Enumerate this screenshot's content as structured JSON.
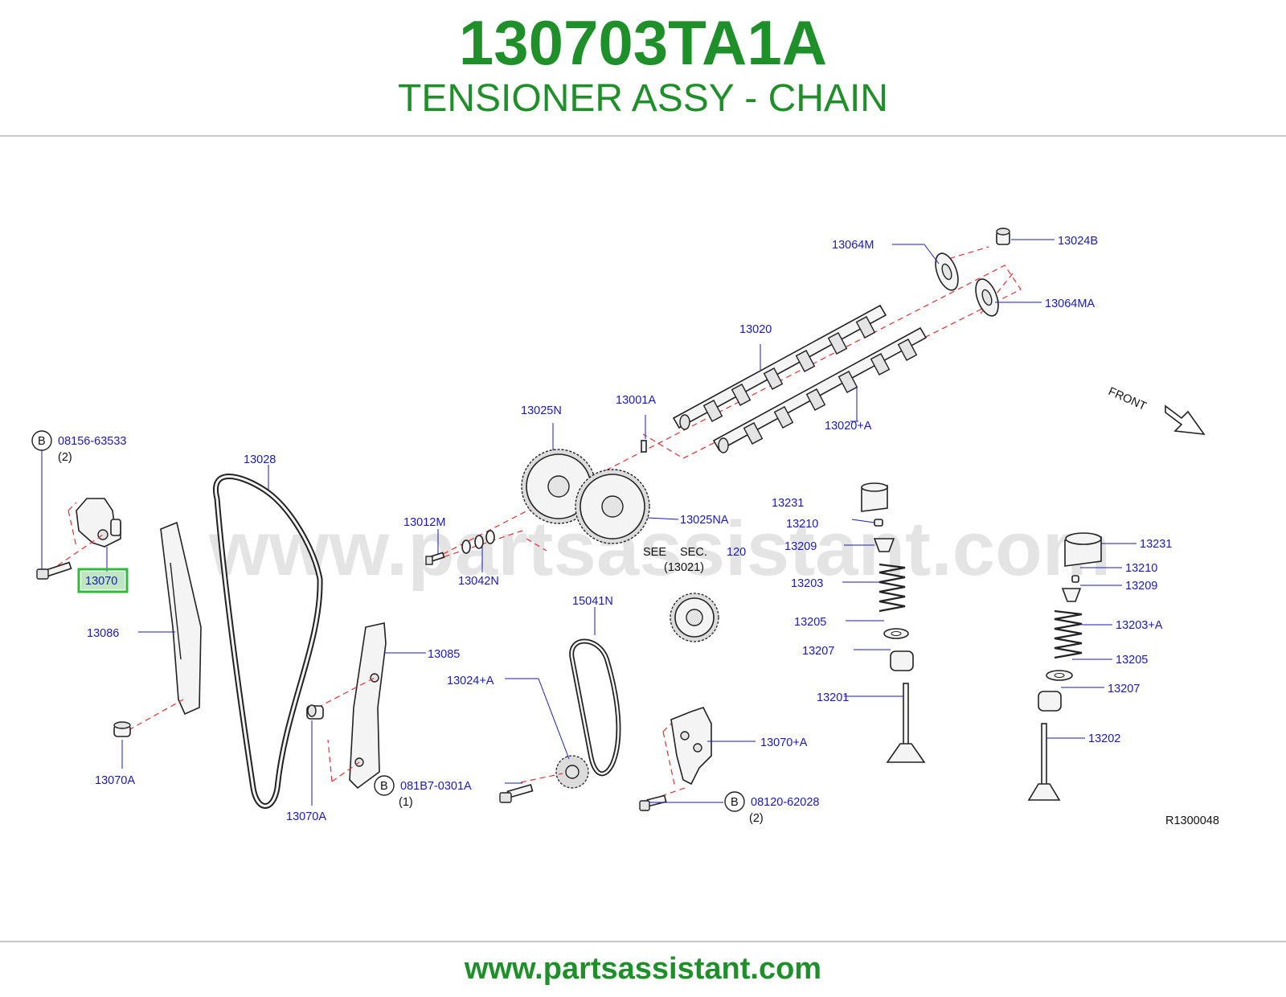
{
  "header": {
    "part_number": "130703TA1A",
    "description": "TENSIONER ASSY - CHAIN"
  },
  "footer": {
    "url": "www.partsassistant.com"
  },
  "diagram": {
    "watermark": "www.partsassistant.com",
    "figure_code": "R1300048",
    "highlight_color": "#2dbb3a",
    "callouts": {
      "c13064M": "13064M",
      "c13024B": "13024B",
      "c13064MA": "13064MA",
      "c13020": "13020",
      "c13020A": "13020+A",
      "c13001A": "13001A",
      "c13025N": "13025N",
      "c13025NA": "13025NA",
      "c08156": "08156-63533",
      "c08156q": "(2)",
      "c13028": "13028",
      "c13012M": "13012M",
      "c13042N": "13042N",
      "c13070": "13070",
      "c13086": "13086",
      "c13085": "13085",
      "c13070A1": "13070A",
      "c13070A2": "13070A",
      "c15041N": "15041N",
      "c13024A": "13024+A",
      "c081B7": "081B7-0301A",
      "c081B7q": "(1)",
      "c13070pA": "13070+A",
      "c08120": "08120-62028",
      "c08120q": "(2)",
      "c13231a": "13231",
      "c13210a": "13210",
      "c13209a": "13209",
      "c13203": "13203",
      "c13205a": "13205",
      "c13207a": "13207",
      "c13201": "13201",
      "c13231b": "13231",
      "c13210b": "13210",
      "c13209b": "13209",
      "c13203A": "13203+A",
      "c13205b": "13205",
      "c13207b": "13207",
      "c13202": "13202",
      "see": "SEE",
      "sec": "SEC.",
      "sec_num": "120",
      "sec_ref": "(13021)",
      "front": "FRONT",
      "b_mark1": "B",
      "b_mark2": "B",
      "b_mark3": "B"
    }
  }
}
